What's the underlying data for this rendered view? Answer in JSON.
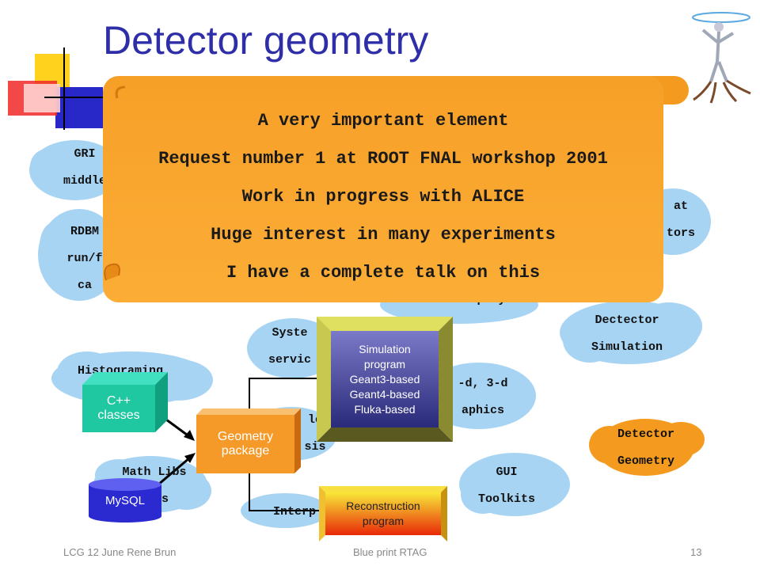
{
  "slide": {
    "title": "Detector geometry"
  },
  "callout": {
    "lines": [
      "A very important element",
      "Request number 1 at ROOT FNAL workshop 2001",
      "Work in progress with ALICE",
      "Huge interest in many experiments",
      "I have a complete talk on this"
    ]
  },
  "clouds": {
    "grid_partial": "GRI\nmiddle",
    "rdbms_partial": "RDBM\nrun/f\nca",
    "right_top_partial": "at\ntors",
    "event_display_partial": "Event Display",
    "detector_simulation": "Dectector\nSimulation",
    "system_services_partial": "Syste\nservic",
    "histograming": "Histograming",
    "graphics_partial": "-d, 3-d\naphics",
    "analysis_partial": "le\nsis",
    "detector_geometry": "Detector\nGeometry",
    "math_libs_partial": "Math Libs\ntics",
    "gui_toolkits": "GUI\nToolkits",
    "interpreter_partial": "Interp"
  },
  "boxes": {
    "cpp_classes": "C++\nclasses",
    "geometry_package": "Geometry\npackage",
    "simulation_program": "Simulation\nprogram\nGeant3-based\nGeant4-based\nFluka-based",
    "reconstruction_program": "Reconstruction\nprogram",
    "mysql": "MySQL"
  },
  "footer": {
    "left": "LCG 12 June  Rene Brun",
    "center": "Blue print RTAG",
    "page": "13"
  },
  "colors": {
    "title": "#2e2ea8",
    "cloud": "#a8d4f4",
    "cloud_orange": "#f49a1e",
    "callout": "#f7a028",
    "green_box": "#1fc8a0",
    "orange_box": "#f59a28",
    "navy_box": "#2a2a7a",
    "mysql": "#2a2ad0"
  }
}
